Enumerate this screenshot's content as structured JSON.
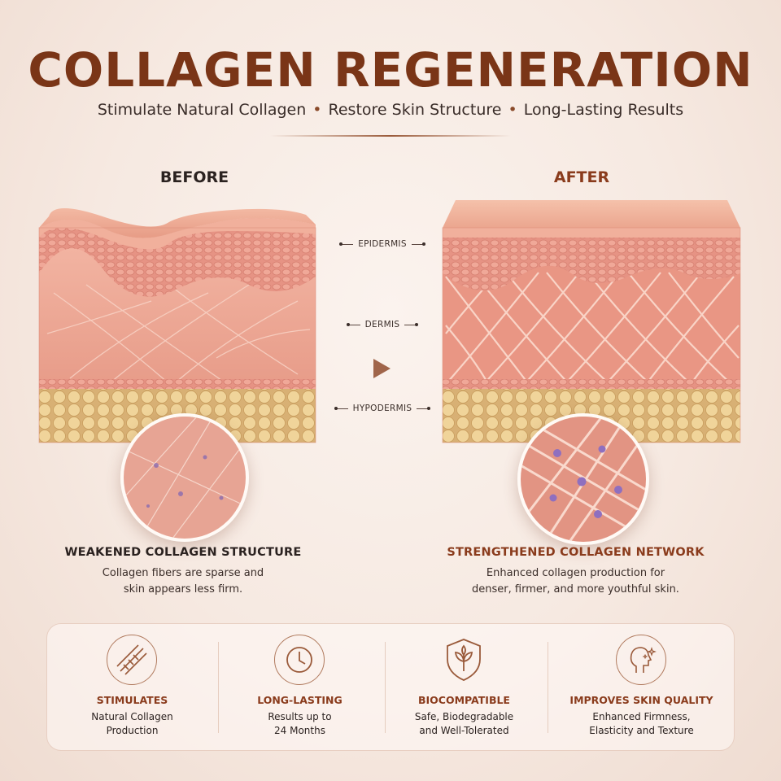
{
  "title": "COLLAGEN REGENERATION",
  "subtitle": {
    "items": [
      "Stimulate Natural Collagen",
      "Restore Skin Structure",
      "Long-Lasting Results"
    ]
  },
  "before": {
    "heading": "BEFORE",
    "caption_title": "WEAKENED COLLAGEN STRUCTURE",
    "caption_line1": "Collagen fibers are sparse and",
    "caption_line2": "skin appears less firm."
  },
  "after": {
    "heading": "AFTER",
    "caption_title": "STRENGTHENED COLLAGEN NETWORK",
    "caption_line1": "Enhanced collagen production for",
    "caption_line2": "denser, firmer, and more youthful skin."
  },
  "layers": {
    "epidermis": "EPIDERMIS",
    "dermis": "DERMIS",
    "hypodermis": "HYPODERMIS"
  },
  "benefits": [
    {
      "icon": "dna-icon",
      "title": "STIMULATES",
      "line1": "Natural Collagen",
      "line2": "Production"
    },
    {
      "icon": "clock-icon",
      "title": "LONG-LASTING",
      "line1": "Results up to",
      "line2": "24 Months"
    },
    {
      "icon": "shield-leaf-icon",
      "title": "BIOCOMPATIBLE",
      "line1": "Safe, Biodegradable",
      "line2": "and Well-Tolerated"
    },
    {
      "icon": "face-sparkle-icon",
      "title": "IMPROVES SKIN QUALITY",
      "line1": "Enhanced Firmness,",
      "line2": "Elasticity and Texture"
    }
  ],
  "colors": {
    "accent": "#7a3517",
    "skin": "#e9a08c",
    "fat": "#e8c98c"
  }
}
